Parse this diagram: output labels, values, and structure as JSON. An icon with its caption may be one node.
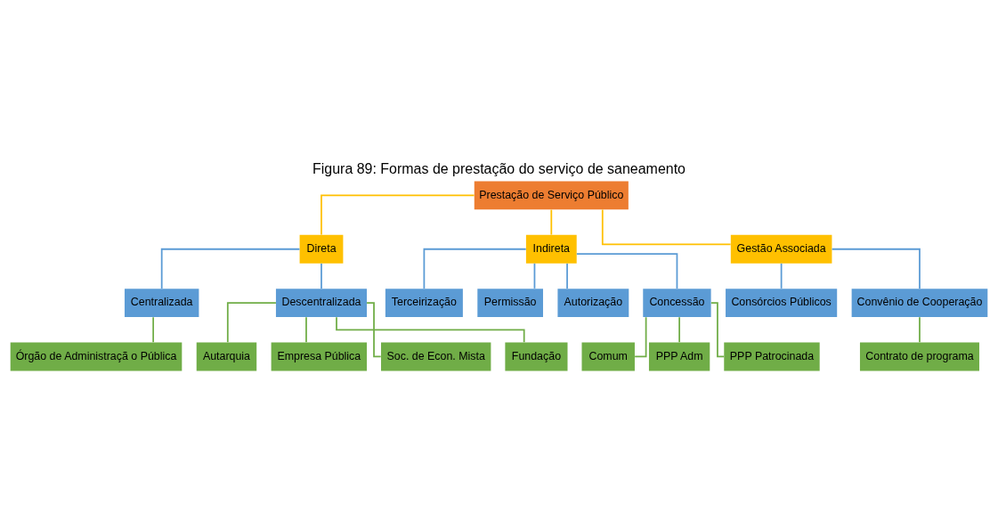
{
  "diagram": {
    "title": "Figura 89: Formas de prestação do serviço de saneamento",
    "nodes": [
      {
        "text": [
          "Prestação de Serviço Público"
        ]
      },
      {
        "text": [
          "Direta"
        ]
      },
      {
        "text": [
          "Indireta"
        ]
      },
      {
        "text": [
          "Gestão Associada"
        ]
      },
      {
        "text": [
          "Centralizada"
        ]
      },
      {
        "text": [
          "Descentralizada"
        ]
      },
      {
        "text": [
          "Terceirização"
        ]
      },
      {
        "text": [
          "Permissão"
        ]
      },
      {
        "text": [
          "Autorização"
        ]
      },
      {
        "text": [
          "Concessão"
        ]
      },
      {
        "text": [
          "Consórcios Públicos"
        ]
      },
      {
        "text": [
          "Convênio de Cooperação"
        ]
      },
      {
        "text": [
          "Órgão de Administraçã o Pública"
        ]
      },
      {
        "text": [
          "Autarquia"
        ]
      },
      {
        "text": [
          "Empresa Pública"
        ]
      },
      {
        "text": [
          "Soc. de Econ. Mista"
        ]
      },
      {
        "text": [
          "Fundação"
        ]
      },
      {
        "text": [
          "Comum"
        ]
      },
      {
        "text": [
          "PPP Adm"
        ]
      },
      {
        "text": [
          "PPP Patrocinada"
        ]
      },
      {
        "text": [
          "Contrato de programa"
        ]
      }
    ],
    "edges": [
      {
        "from": 0,
        "to": 1,
        "arrow": "none",
        "color": "#ffc000"
      },
      {
        "from": 0,
        "to": 2,
        "arrow": "none",
        "color": "#ffc000"
      },
      {
        "from": 0,
        "to": 3,
        "arrow": "none",
        "color": "#ffc000"
      },
      {
        "from": 1,
        "to": 4,
        "arrow": "none",
        "color": "#5b9bd5"
      },
      {
        "from": 1,
        "to": 5,
        "arrow": "none",
        "color": "#5b9bd5"
      },
      {
        "from": 2,
        "to": 6,
        "arrow": "none",
        "color": "#5b9bd5"
      },
      {
        "from": 2,
        "to": 7,
        "arrow": "none",
        "color": "#5b9bd5"
      },
      {
        "from": 2,
        "to": 8,
        "arrow": "none",
        "color": "#5b9bd5"
      },
      {
        "from": 2,
        "to": 9,
        "arrow": "none",
        "color": "#5b9bd5"
      },
      {
        "from": 3,
        "to": 10,
        "arrow": "none",
        "color": "#5b9bd5"
      },
      {
        "from": 3,
        "to": 11,
        "arrow": "none",
        "color": "#5b9bd5"
      },
      {
        "from": 4,
        "to": 12,
        "arrow": "none"
      },
      {
        "from": 5,
        "to": 13,
        "arrow": "none"
      },
      {
        "from": 5,
        "to": 14,
        "arrow": "none"
      },
      {
        "from": 5,
        "to": 15,
        "arrow": "none"
      },
      {
        "from": 5,
        "to": 16,
        "arrow": "none"
      },
      {
        "from": 9,
        "to": 17,
        "arrow": "none"
      },
      {
        "from": 9,
        "to": 18,
        "arrow": "none"
      },
      {
        "from": 9,
        "to": 19,
        "arrow": "none"
      },
      {
        "from": 11,
        "to": 20,
        "arrow": "none"
      }
    ]
  }
}
